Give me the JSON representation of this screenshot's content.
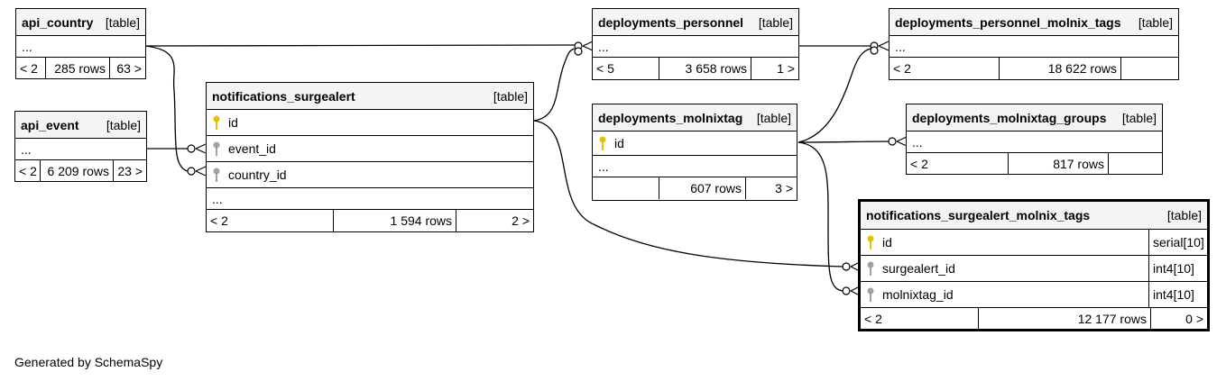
{
  "tables": {
    "api_country": {
      "name": "api_country",
      "kind": "[table]",
      "ellipsis": "...",
      "footer": {
        "left": "< 2",
        "rows": "285 rows",
        "right": "63 >"
      }
    },
    "api_event": {
      "name": "api_event",
      "kind": "[table]",
      "ellipsis": "...",
      "footer": {
        "left": "< 2",
        "rows": "6 209 rows",
        "right": "23 >"
      }
    },
    "notifications_surgealert": {
      "name": "notifications_surgealert",
      "kind": "[table]",
      "columns": [
        {
          "name": "id",
          "key": "primary"
        },
        {
          "name": "event_id",
          "key": "foreign"
        },
        {
          "name": "country_id",
          "key": "foreign"
        }
      ],
      "ellipsis": "...",
      "footer": {
        "left": "< 2",
        "rows": "1 594 rows",
        "right": "2 >"
      }
    },
    "deployments_personnel": {
      "name": "deployments_personnel",
      "kind": "[table]",
      "ellipsis": "...",
      "footer": {
        "left": "< 5",
        "rows": "3 658 rows",
        "right": "1 >"
      }
    },
    "deployments_molnixtag": {
      "name": "deployments_molnixtag",
      "kind": "[table]",
      "columns": [
        {
          "name": "id",
          "key": "primary"
        }
      ],
      "ellipsis": "...",
      "footer": {
        "left": "",
        "rows": "607 rows",
        "right": "3 >"
      }
    },
    "deployments_personnel_molnix_tags": {
      "name": "deployments_personnel_molnix_tags",
      "kind": "[table]",
      "ellipsis": "...",
      "footer": {
        "left": "< 2",
        "rows": "18 622 rows",
        "right": ""
      }
    },
    "deployments_molnixtag_groups": {
      "name": "deployments_molnixtag_groups",
      "kind": "[table]",
      "ellipsis": "...",
      "footer": {
        "left": "< 2",
        "rows": "817 rows",
        "right": ""
      }
    },
    "notifications_surgealert_molnix_tags": {
      "name": "notifications_surgealert_molnix_tags",
      "kind": "[table]",
      "columns": [
        {
          "name": "id",
          "key": "primary",
          "type": "serial[10]"
        },
        {
          "name": "surgealert_id",
          "key": "foreign",
          "type": "int4[10]"
        },
        {
          "name": "molnixtag_id",
          "key": "foreign",
          "type": "int4[10]"
        }
      ],
      "footer": {
        "left": "< 2",
        "rows": "12 177 rows",
        "right": "0 >"
      }
    }
  },
  "colors": {
    "primary_key": "#e6c200",
    "foreign_key": "#a0a0a0",
    "header_bg": "#f4f4f4",
    "line": "#000000"
  },
  "credit": "Generated by SchemaSpy"
}
